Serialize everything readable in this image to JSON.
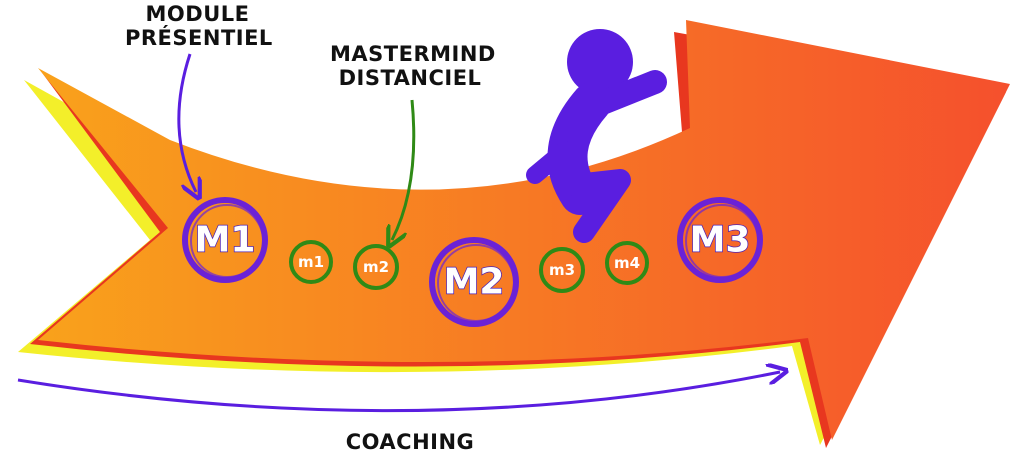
{
  "callouts": {
    "presentiel": [
      "MODULE",
      "PRÉSENTIEL"
    ],
    "distanciel": [
      "MASTERMIND",
      "DISTANCIEL"
    ]
  },
  "caption": "COACHING",
  "colors": {
    "arrow_start": "#f9a21b",
    "arrow_end": "#f5502d",
    "arrow_shadow_yellow": "#f3ef2a",
    "arrow_shadow_red": "#e8371f",
    "module_ring": "#6b22d6",
    "mastermind_ring": "#2f8a16",
    "figure": "#5a1ee0",
    "leader": "#5a1ee0",
    "leader_green": "#2f8a16"
  },
  "nodes": [
    {
      "label": "M1",
      "kind": "module"
    },
    {
      "label": "m1",
      "kind": "mastermind"
    },
    {
      "label": "m2",
      "kind": "mastermind"
    },
    {
      "label": "M2",
      "kind": "module"
    },
    {
      "label": "m3",
      "kind": "mastermind"
    },
    {
      "label": "m4",
      "kind": "mastermind"
    },
    {
      "label": "M3",
      "kind": "module"
    }
  ]
}
